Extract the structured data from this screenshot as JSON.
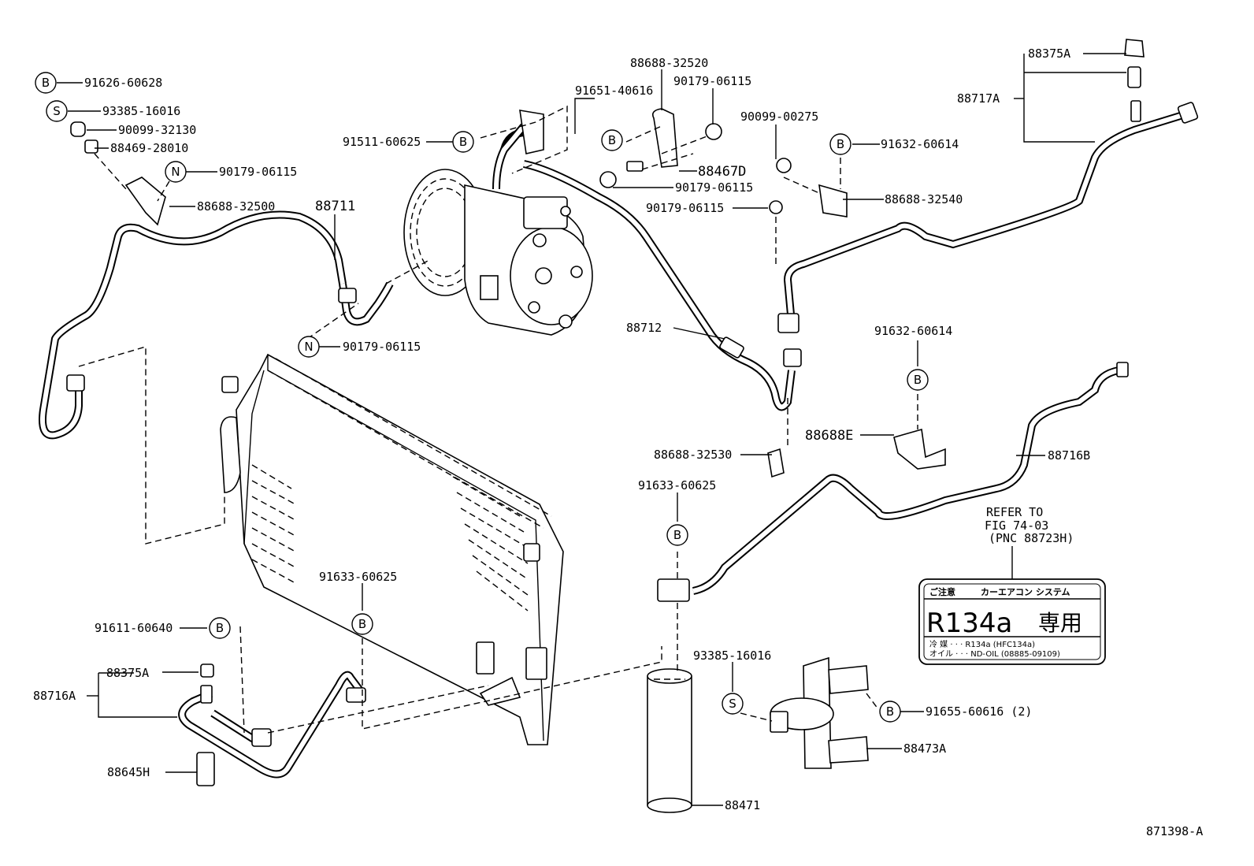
{
  "callouts": {
    "c_91626_60628": "91626-60628",
    "c_93385_16016_a": "93385-16016",
    "c_90099_32130": "90099-32130",
    "c_88469_28010": "88469-28010",
    "c_90179_06115_n1": "90179-06115",
    "c_88688_32500": "88688-32500",
    "c_88711": "88711",
    "c_90179_06115_n2": "90179-06115",
    "c_91511_60625": "91511-60625",
    "c_91651_40616": "91651-40616",
    "c_88688_32520": "88688-32520",
    "c_90179_06115_a": "90179-06115",
    "c_88467D": "88467D",
    "c_90179_06115_b": "90179-06115",
    "c_90179_06115_c": "90179-06115",
    "c_90099_00275": "90099-00275",
    "c_91632_60614_a": "91632-60614",
    "c_88688_32540": "88688-32540",
    "c_88375A_top": "88375A",
    "c_88717A": "88717A",
    "c_88712": "88712",
    "c_91632_60614_b": "91632-60614",
    "c_88688E": "88688E",
    "c_88716B": "88716B",
    "c_88688_32530": "88688-32530",
    "c_91633_60625_a": "91633-60625",
    "c_91633_60625_b": "91633-60625",
    "c_91611_60640": "91611-60640",
    "c_88375A_bot": "88375A",
    "c_88716A": "88716A",
    "c_88645H": "88645H",
    "c_93385_16016_b": "93385-16016",
    "c_91655_60616": "91655-60616 (2)",
    "c_88473A": "88473A",
    "c_88471": "88471",
    "c_refer1": "REFER TO",
    "c_refer2": "FIG 74-03",
    "c_refer3": "(PNC 88723H)",
    "c_figure_id": "871398-A"
  },
  "markers": {
    "B": "B",
    "S": "S",
    "N": "N"
  },
  "label_plate": {
    "caution": "ご注意",
    "system": "カーエアコン システム",
    "refrigerant": "R134a",
    "exclusive": "専用",
    "row1": "冷 媒 · · · R134a (HFC134a)",
    "row2": "オイル · · · ND-OIL (08885-09109)"
  },
  "colors": {
    "line": "#000000",
    "background": "#ffffff"
  }
}
